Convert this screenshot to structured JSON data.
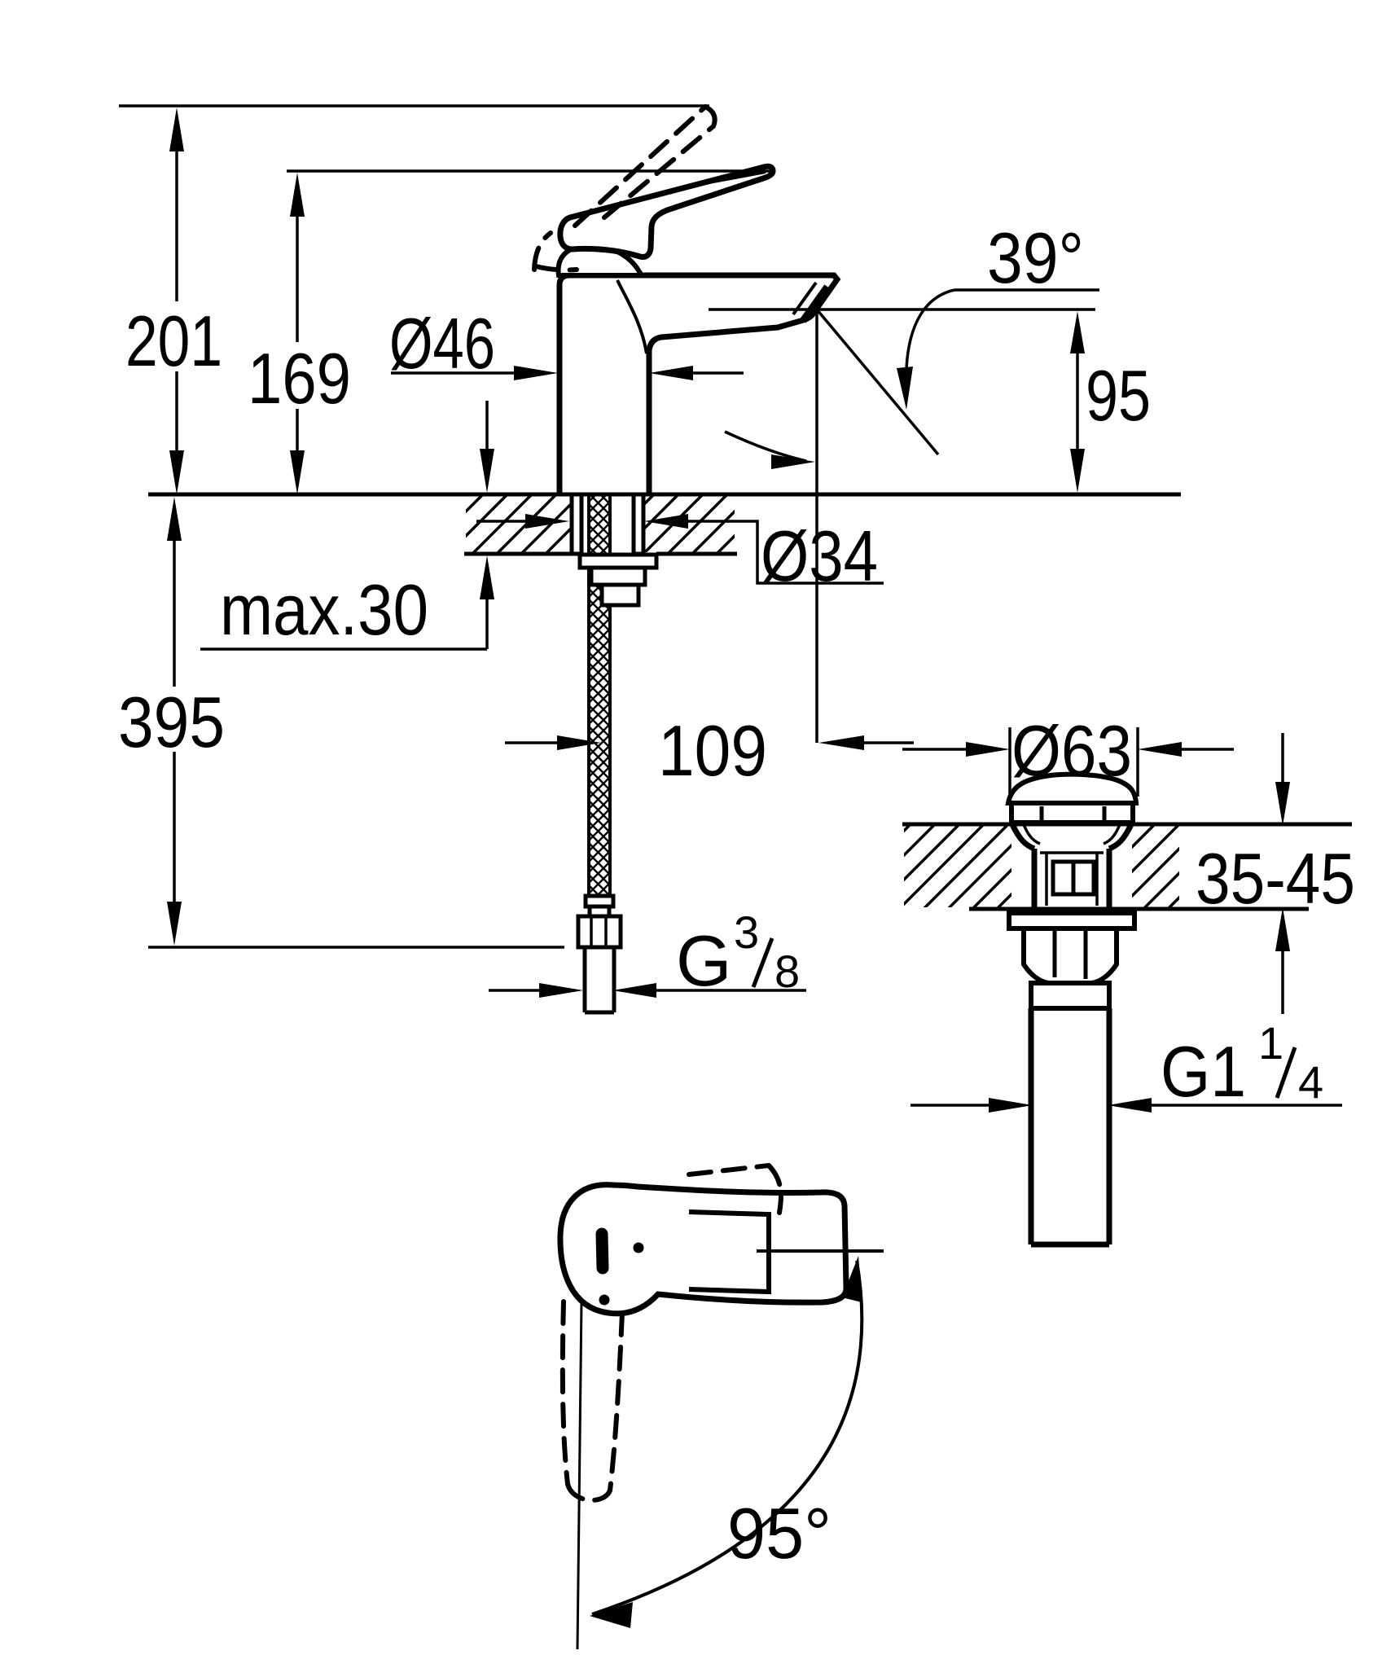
{
  "figure": {
    "type": "dimensional technical drawing",
    "subject": "single-lever basin mixer faucet with pop-up waste drain"
  },
  "colors": {
    "ink": "#000000",
    "background": "#ffffff"
  },
  "labels": {
    "overall_height": "201",
    "handle_height": "169",
    "body_diameter": "Ø46",
    "aerator_angle": "39°",
    "spout_height": "95",
    "max_deck_thickness": "max.30",
    "hole_diameter": "Ø34",
    "hose_clearance": "395",
    "spout_reach": "109",
    "supply_thread": {
      "prefix": "G",
      "numerator": "3",
      "denominator": "8"
    },
    "waste_cap_diameter": "Ø63",
    "waste_deck_thickness": "35-45",
    "waste_thread": {
      "prefix": "G1",
      "numerator": "1",
      "denominator": "4"
    },
    "handle_swivel_angle": "95°"
  }
}
